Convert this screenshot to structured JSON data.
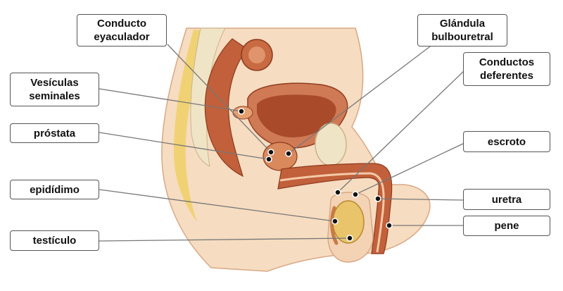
{
  "colors": {
    "background": "#ffffff",
    "skin": "#f6dcc0",
    "skin_edge": "#d9a886",
    "muscle": "#c1603a",
    "fat": "#efd066",
    "bone": "#f0e4c6",
    "leader_line": "#777777",
    "dot": "#111111"
  },
  "labels": {
    "conducto_eyaculador": "Conducto\neyaculador",
    "glandula_bulbouretral": "Glándula\nbulbouretral",
    "conductos_deferentes": "Conductos\ndeferentes",
    "vesiculas_seminales": "Vesículas\nseminales",
    "prostata": "próstata",
    "escroto": "escroto",
    "epididimo": "epidídimo",
    "uretra": "uretra",
    "testiculo": "testículo",
    "pene": "pene"
  }
}
